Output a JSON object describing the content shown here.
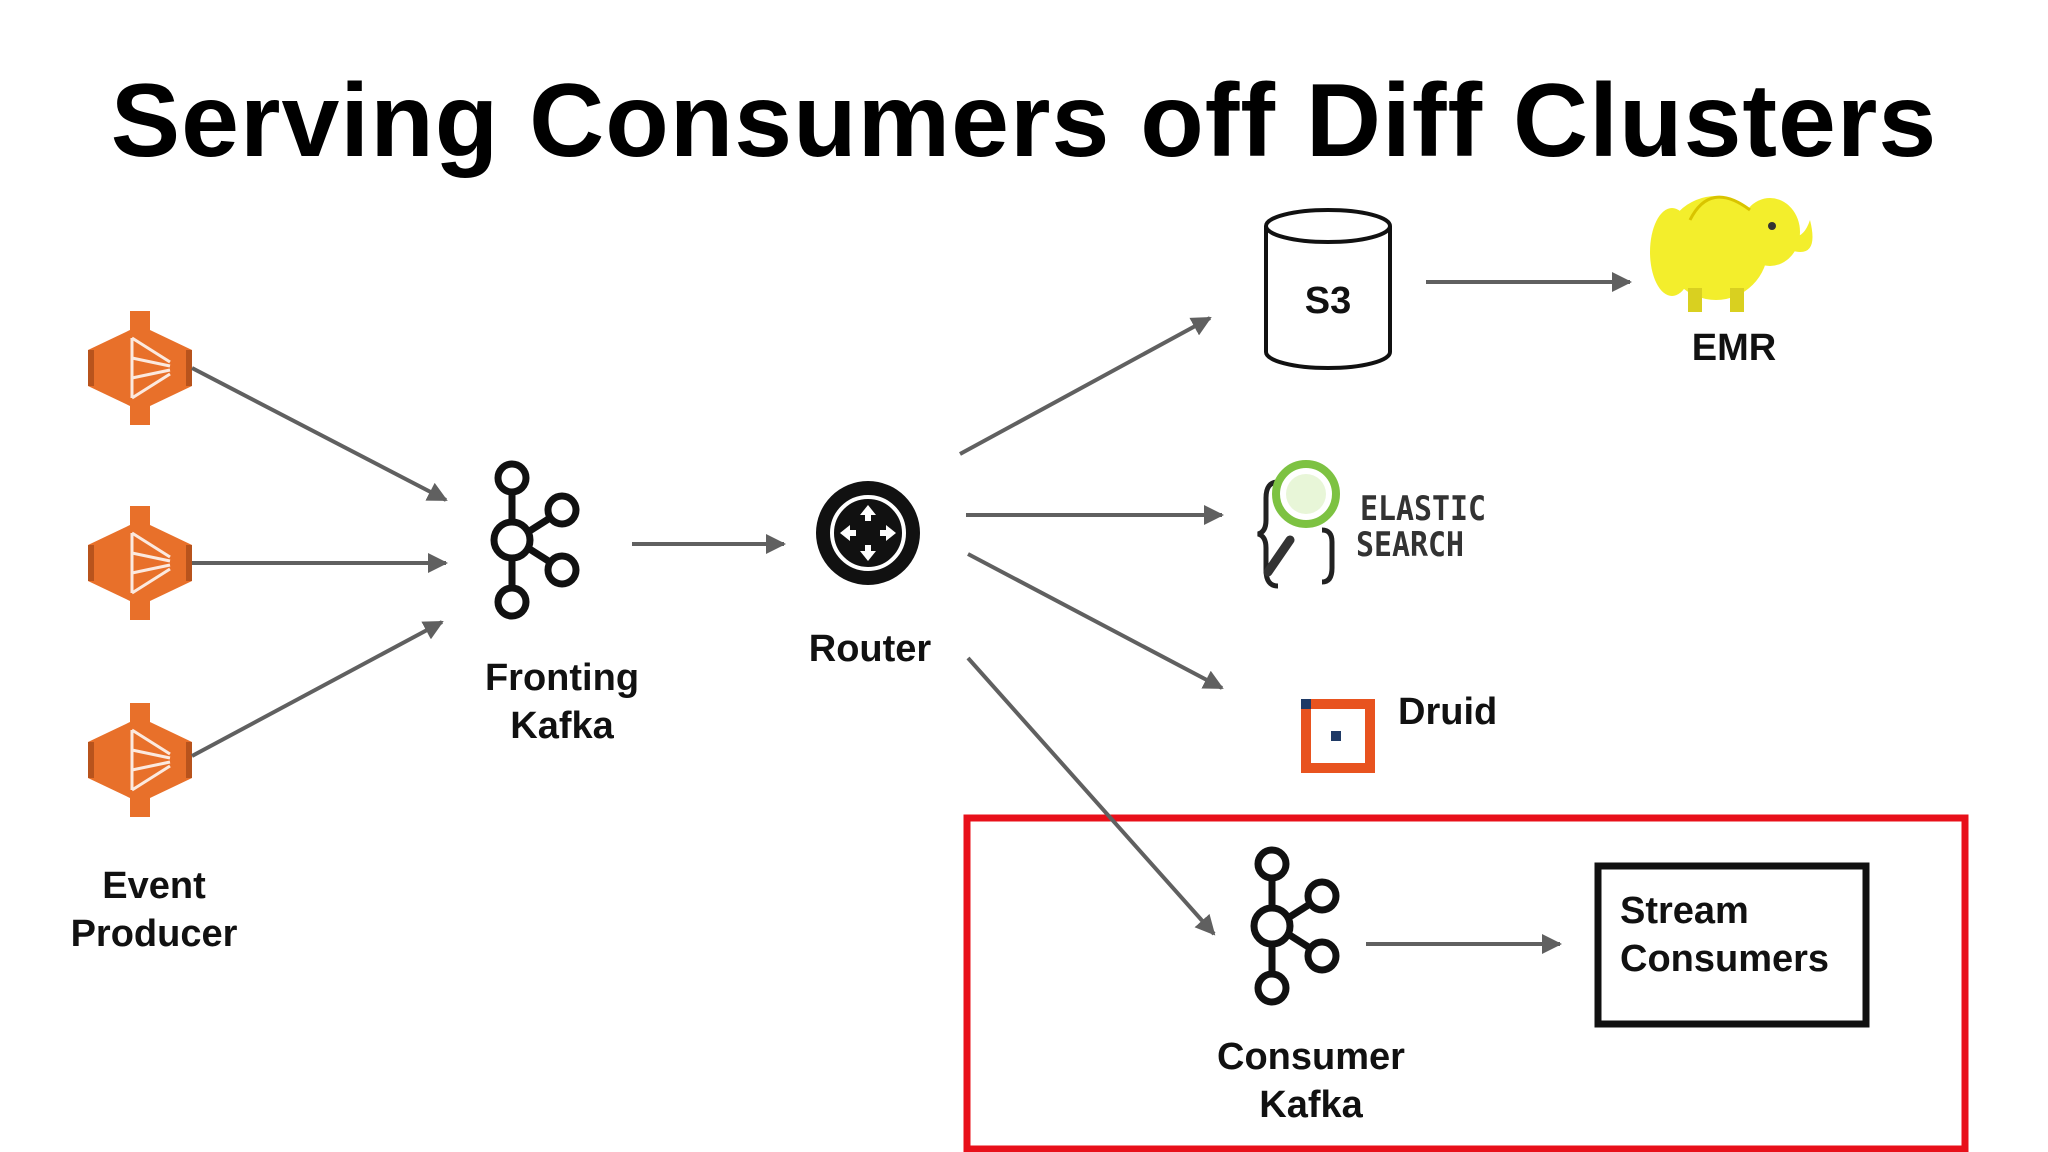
{
  "title": "Serving Consumers off Diff Clusters",
  "nodes": {
    "event_producer": {
      "label_line1": "Event",
      "label_line2": "Producer"
    },
    "fronting_kafka": {
      "label_line1": "Fronting",
      "label_line2": "Kafka"
    },
    "router": {
      "label": "Router"
    },
    "s3": {
      "label": "S3"
    },
    "emr": {
      "label": "EMR"
    },
    "elasticsearch": {
      "logo_line1": "ELASTIC",
      "logo_line2": "SEARCH"
    },
    "druid": {
      "label": "Druid"
    },
    "consumer_kafka": {
      "label_line1": "Consumer",
      "label_line2": "Kafka"
    },
    "stream_consumers": {
      "label_line1": "Stream",
      "label_line2": "Consumers"
    }
  },
  "colors": {
    "producer_orange": "#E8702A",
    "highlight_red": "#E8101A",
    "arrow_gray": "#606060",
    "elephant_yellow": "#F3EE2C",
    "druid_blue": "#3AACE0",
    "druid_orange": "#E8531F",
    "magnifier_green": "#7DC242"
  },
  "icons": [
    "aws-producer-icon",
    "kafka-icon",
    "router-icon",
    "database-cylinder-icon",
    "hadoop-elephant-icon",
    "elasticsearch-logo",
    "druid-logo"
  ]
}
